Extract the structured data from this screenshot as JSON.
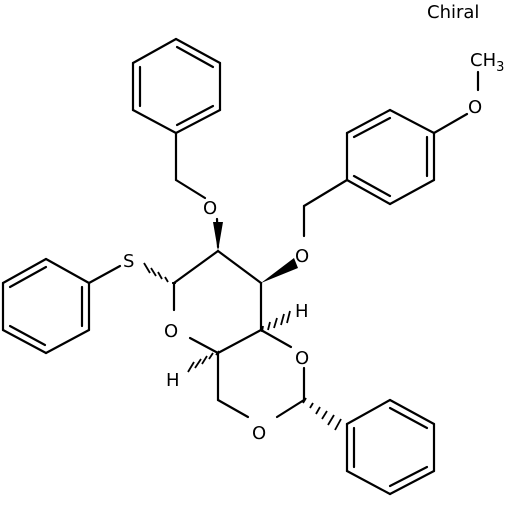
{
  "flag": "Chiral",
  "atoms": {
    "s": "S",
    "o_bn": "O",
    "o_pmb": "O",
    "o_ome": "O",
    "ch3": "CH",
    "ch3_sub": "3",
    "o_ring": "O",
    "o_acetal_r": "O",
    "o_acetal_b": "O",
    "h_top": "H",
    "h_bot": "H"
  }
}
